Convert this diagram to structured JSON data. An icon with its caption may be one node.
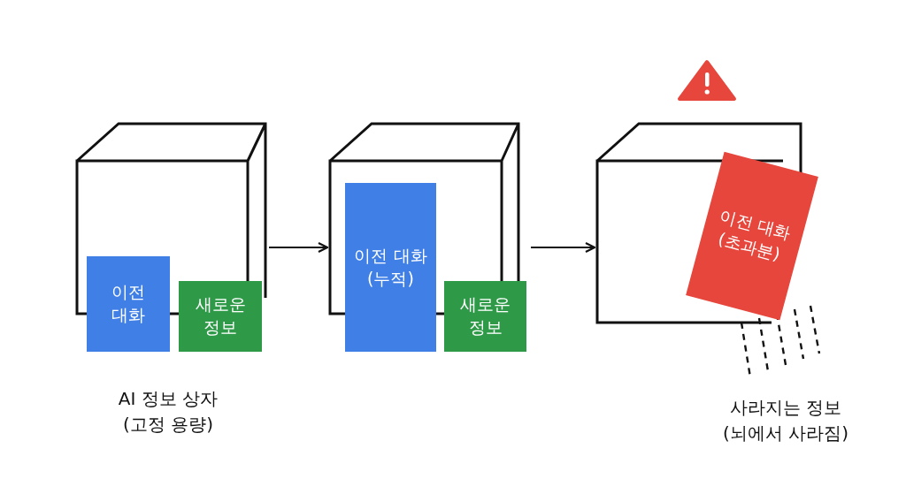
{
  "diagram": {
    "nodes": [
      {
        "text": [],
        "shape": "box"
      },
      {
        "text": [
          "이전 대화"
        ],
        "in": 0
      },
      {
        "text": [
          "새로운 정보"
        ],
        "in": 0
      },
      {
        "text": [],
        "shape": "box"
      },
      {
        "text": [
          "이전 대화 (누적)"
        ],
        "in": 3
      },
      {
        "text": [
          "새로운 정보"
        ],
        "in": 3
      },
      {
        "text": [],
        "shape": "box"
      },
      {
        "text": [
          "이전 대화 (초과분)"
        ]
      }
    ],
    "edges": [
      {
        "from": 0,
        "to": 3,
        "arrow": "to"
      },
      {
        "from": 3,
        "to": 6,
        "arrow": "to"
      }
    ],
    "labels": [
      "AI 정보 상자 (고정 용량)",
      "사라지는 정보 (뇌에서 사라짐)"
    ]
  }
}
